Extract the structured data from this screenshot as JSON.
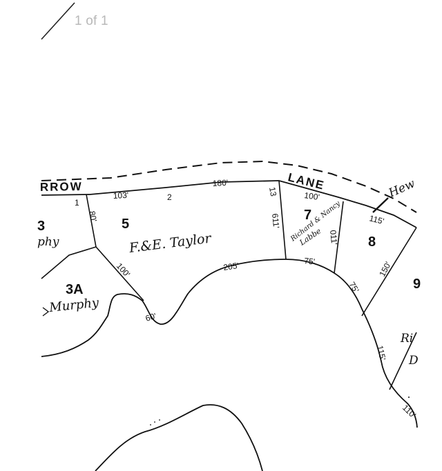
{
  "viewer": {
    "page_counter": "1 of 1"
  },
  "map": {
    "roads": {
      "left_fragment": "RROW",
      "lane": "LANE",
      "right_fragment": "Hew"
    },
    "lots": {
      "lot_1": "1",
      "lot_2": "2",
      "lot_3": "3",
      "lot_3a": "3A",
      "lot_5": "5",
      "lot_7": "7",
      "lot_8": "8",
      "lot_9": "9"
    },
    "owners": {
      "left_top": "phy",
      "lot_3a": "Murphy",
      "lot_5": "F.&E. Taylor",
      "lot_7_line1": "Richard & Nancy",
      "lot_7_line2": "Labbe",
      "right_fragment_1": "Ri",
      "right_fragment_2": "D"
    },
    "dimensions": {
      "lot5_front": "103'",
      "lot5_side_left": "80'",
      "lot5_front_total": "180'",
      "lot5_side_right": "611'",
      "lot5_rear_left": "100'",
      "lot5_rear_bottom": "60'",
      "lot5_rear_arc": "205'",
      "lot7_front": "100'",
      "lot7_side_right": "011'",
      "lot7_rear": "75'",
      "lot8_front": "115'",
      "lot8_side": "150'",
      "lot8_rear": "75'",
      "lot9_side": "115'",
      "lot9_front_bottom": "110'",
      "divider_13": "13"
    }
  }
}
